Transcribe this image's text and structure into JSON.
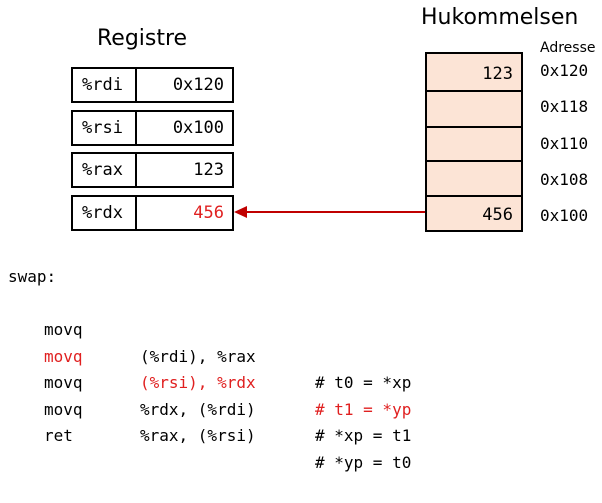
{
  "registers": {
    "title": "Registre",
    "rows": [
      {
        "name": "%rdi",
        "value": "0x120"
      },
      {
        "name": "%rsi",
        "value": "0x100"
      },
      {
        "name": "%rax",
        "value": "123"
      },
      {
        "name": "%rdx",
        "value": "456"
      }
    ]
  },
  "memory": {
    "title": "Hukommelsen",
    "address_header": "Adresse",
    "cells": [
      {
        "value": "123",
        "address": "0x120"
      },
      {
        "value": "",
        "address": "0x118"
      },
      {
        "value": "",
        "address": "0x110"
      },
      {
        "value": "",
        "address": "0x108"
      },
      {
        "value": "456",
        "address": "0x100"
      }
    ]
  },
  "colors": {
    "highlight": "#e02020",
    "memory_fill": "#fce4d6",
    "arrow": "#c00000"
  },
  "code": {
    "label": "swap:",
    "lines": [
      {
        "instr": "movq",
        "ops": "(%rdi), %rax",
        "comment": "# t0 = *xp",
        "highlight": false
      },
      {
        "instr": "movq",
        "ops": "(%rsi), %rdx",
        "comment": "# t1 = *yp",
        "highlight": true
      },
      {
        "instr": "movq",
        "ops": "%rdx, (%rdi)",
        "comment": "# *xp = t1",
        "highlight": false
      },
      {
        "instr": "movq",
        "ops": "%rax, (%rsi)",
        "comment": "# *yp = t0",
        "highlight": false
      },
      {
        "instr": "ret",
        "ops": "",
        "comment": "",
        "highlight": false
      }
    ]
  }
}
